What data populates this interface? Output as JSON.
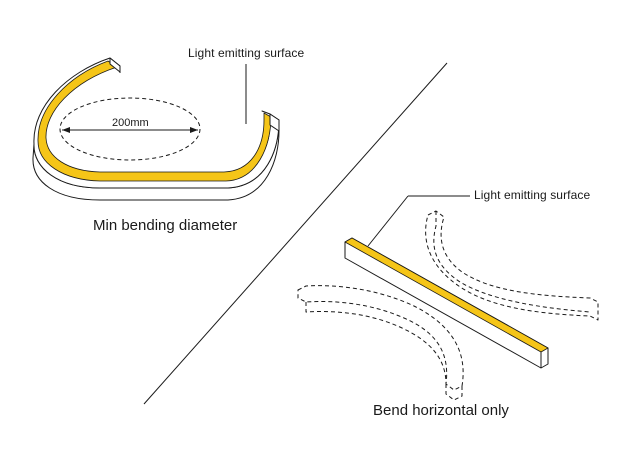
{
  "left_panel": {
    "callout_label": "Light emitting surface",
    "dimension_label": "200mm",
    "caption": "Min bending diameter"
  },
  "right_panel": {
    "callout_label": "Light emitting surface",
    "caption": "Bend horizontal only"
  },
  "colors": {
    "led_surface": "#F5C518",
    "line": "#1a1a1a"
  }
}
